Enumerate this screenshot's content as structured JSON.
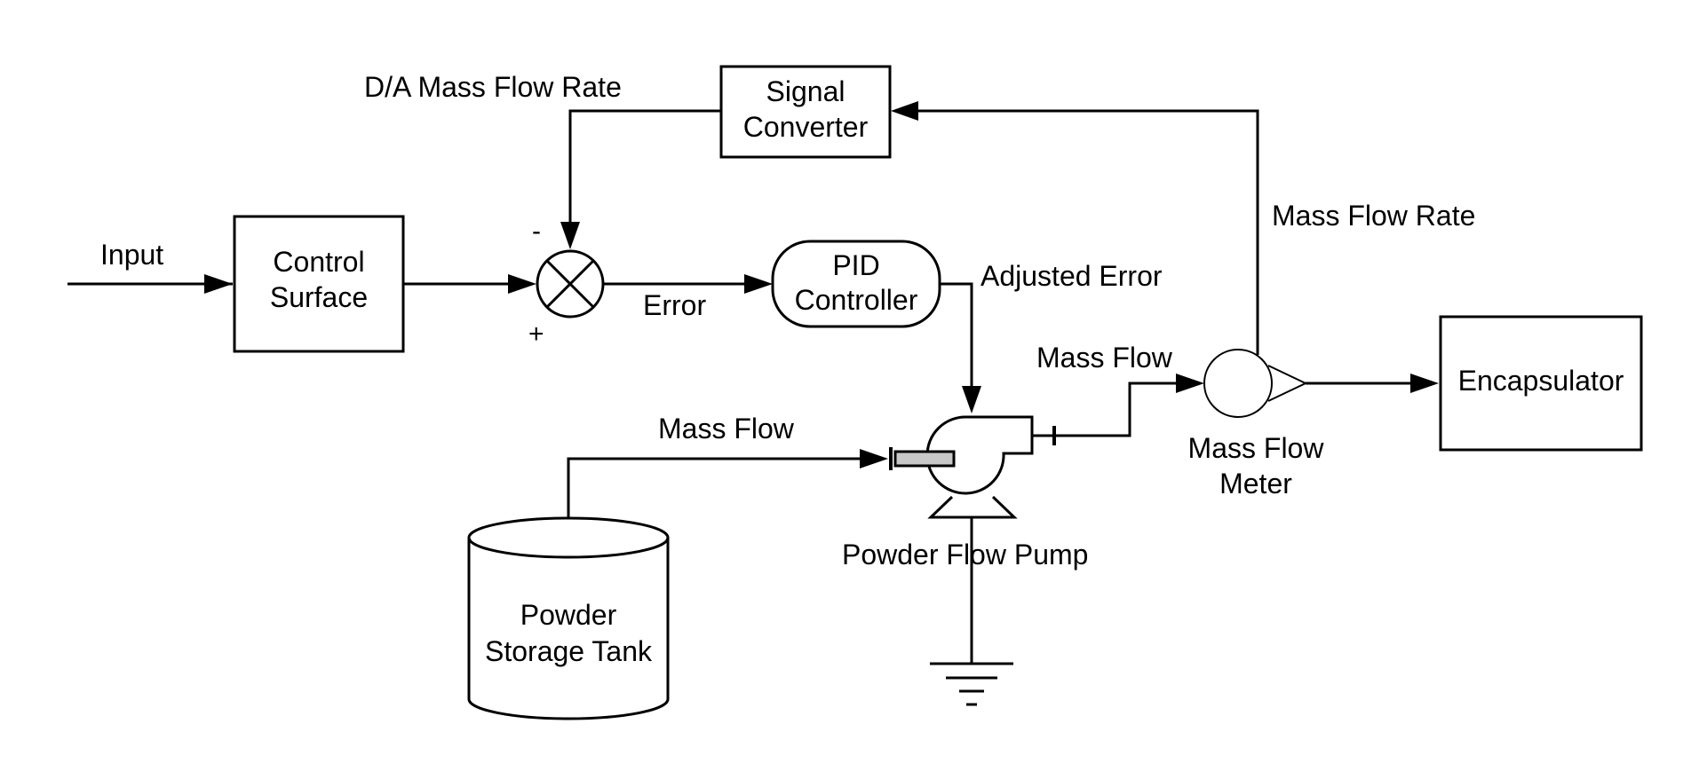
{
  "diagram": {
    "blocks": {
      "control_surface": [
        "Control",
        "Surface"
      ],
      "signal_converter": [
        "Signal",
        "Converter"
      ],
      "pid_controller": [
        "PID",
        "Controller"
      ],
      "encapsulator": "Encapsulator",
      "powder_storage_tank": [
        "Powder",
        "Storage Tank"
      ],
      "powder_flow_pump": "Powder Flow Pump",
      "mass_flow_meter": [
        "Mass Flow",
        "Meter"
      ]
    },
    "signals": {
      "input": "Input",
      "da_mass_flow_rate": "D/A Mass Flow Rate",
      "error": "Error",
      "adjusted_error": "Adjusted Error",
      "mass_flow_rate": "Mass Flow Rate",
      "mass_flow_to_meter": "Mass Flow",
      "mass_flow_from_tank": "Mass Flow"
    },
    "summing_junction": {
      "minus": "-",
      "plus": "+"
    }
  }
}
